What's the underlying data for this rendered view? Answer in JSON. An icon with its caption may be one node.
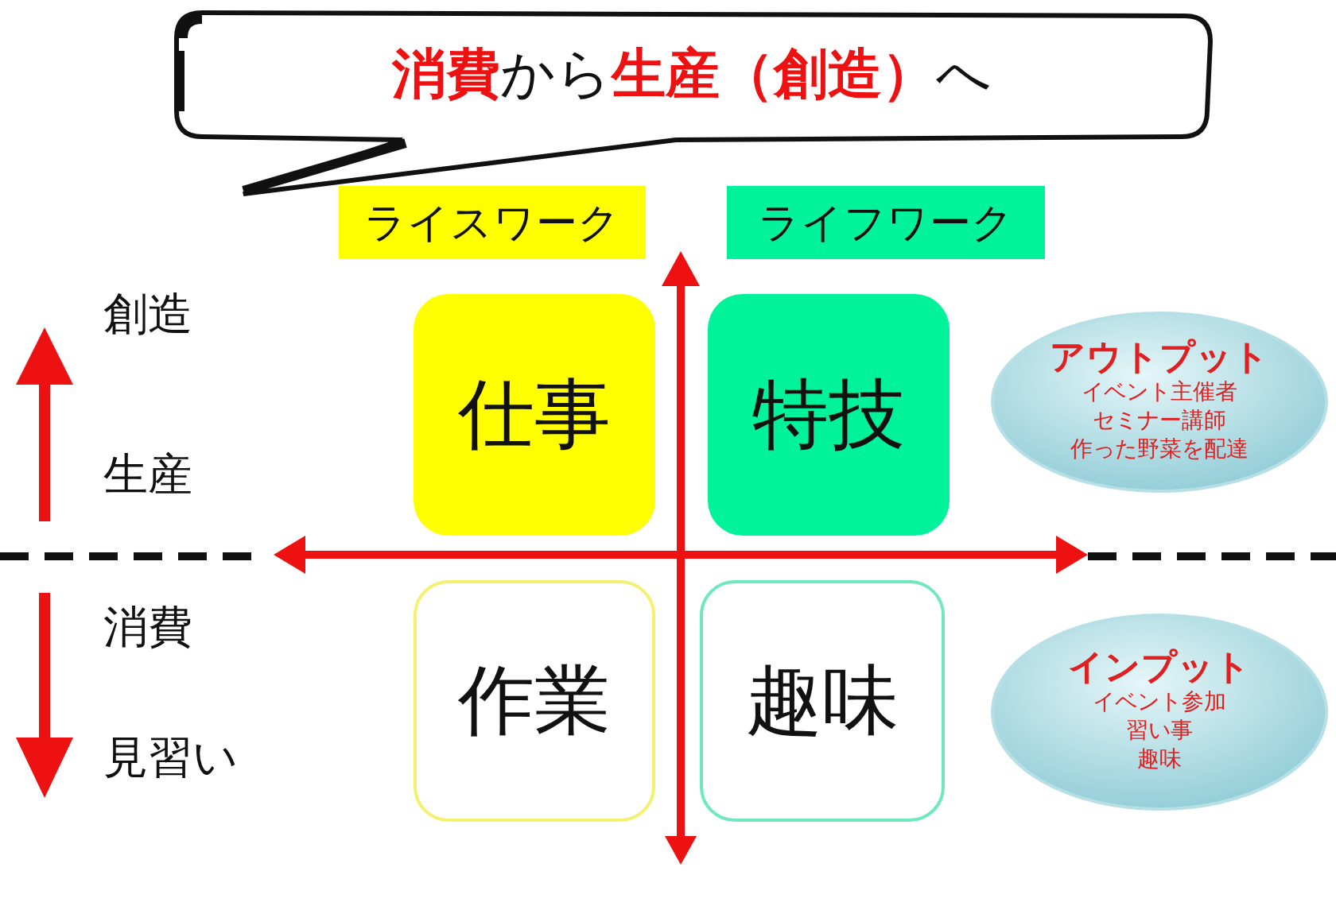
{
  "diagram": {
    "nodes": [
      {
        "text": [
          "**消費**から**生産（創造）**へ"
        ]
      },
      {
        "text": [
          "ライスワーク"
        ]
      },
      {
        "text": [
          "ライフワーク"
        ]
      },
      {
        "text": [
          "仕事"
        ]
      },
      {
        "text": [
          "特技"
        ]
      },
      {
        "text": [
          "作業"
        ]
      },
      {
        "text": [
          "趣味"
        ]
      },
      {
        "text": [
          "アウトプット",
          "イベント主催者",
          "セミナー講師",
          "作った野菜を配達"
        ]
      },
      {
        "text": [
          "インプット",
          "イベント参加",
          "習い事",
          "趣味"
        ]
      }
    ],
    "labels": [
      "創造",
      "生産",
      "消費",
      "見習い"
    ]
  }
}
